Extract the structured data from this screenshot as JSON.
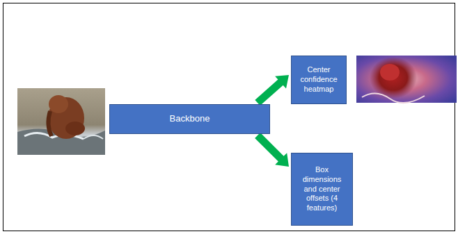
{
  "diagram": {
    "nodes": [
      {
        "text": [
          "Backbone"
        ]
      },
      {
        "text": [
          "Center confidence heatmap"
        ]
      },
      {
        "text": [
          "Box dimensions and center offsets (4 features)"
        ]
      }
    ],
    "edges": [
      {
        "from": 0,
        "to": 1,
        "arrow": "to"
      },
      {
        "from": 0,
        "to": 2,
        "arrow": "to"
      }
    ]
  }
}
